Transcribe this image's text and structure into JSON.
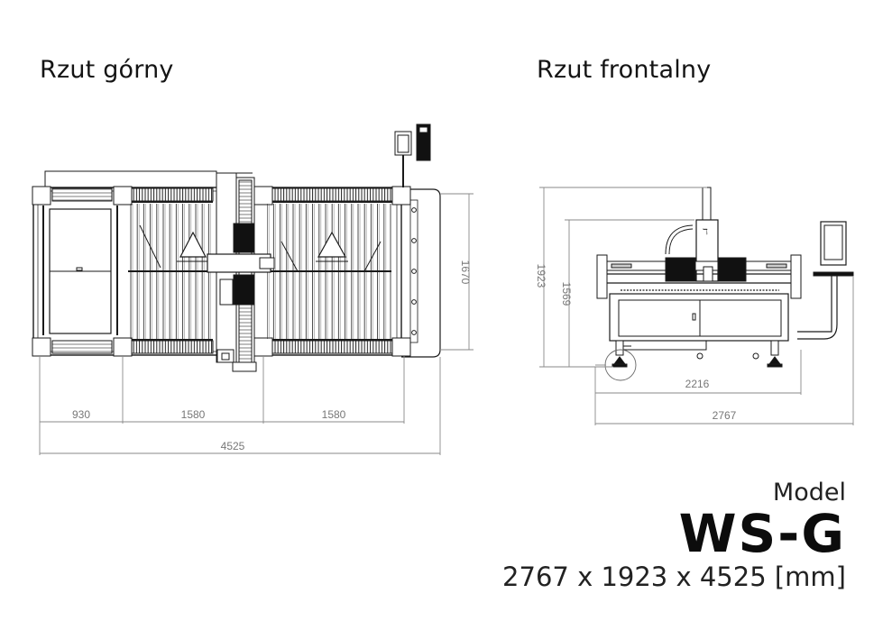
{
  "views": {
    "top": {
      "title": "Rzut górny"
    },
    "front": {
      "title": "Rzut frontalny"
    }
  },
  "dimensions_top": {
    "segment_1": "930",
    "segment_2": "1580",
    "segment_3": "1580",
    "total_length": "4525",
    "width": "1670"
  },
  "dimensions_front": {
    "total_height": "1923",
    "table_height": "1569",
    "table_width": "2216",
    "total_width": "2767"
  },
  "model": {
    "label": "Model",
    "name": "WS-G",
    "overall_dimensions": "2767 x 1923 x 4525 [mm]"
  },
  "colors": {
    "line": "#1a1a1a",
    "dimension_line": "#8a8a8a",
    "text": "#141414"
  }
}
